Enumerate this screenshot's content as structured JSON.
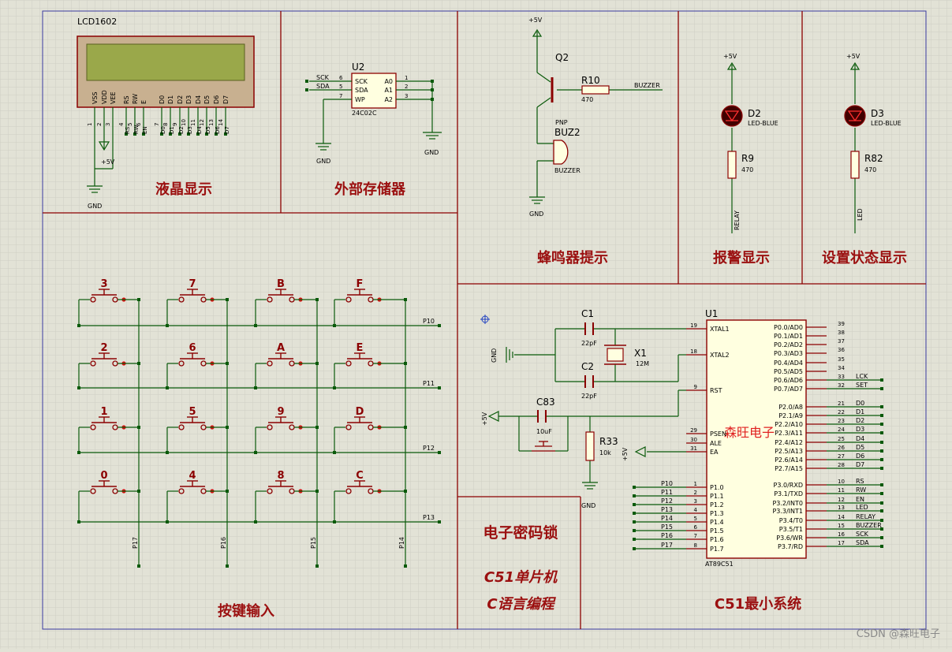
{
  "sections": {
    "lcd": "液晶显示",
    "eeprom": "外部存储器",
    "buzzer": "蜂鸣器提示",
    "alarm": "报警显示",
    "status": "设置状态显示",
    "keys": "按键输入",
    "title": "电子密码锁",
    "mcu_line": "C51单片机",
    "lang_line": "C语言编程",
    "mcu_sys": "C51最小系统"
  },
  "lcd": {
    "name": "LCD1602",
    "pins": [
      "VSS",
      "VDD",
      "VEE",
      "RS",
      "RW",
      "E",
      "D0",
      "D1",
      "D2",
      "D3",
      "D4",
      "D5",
      "D6",
      "D7"
    ],
    "pin_numbers": [
      "1",
      "2",
      "3",
      "4",
      "5",
      "6",
      "7",
      "8",
      "9",
      "10",
      "11",
      "12",
      "13",
      "14"
    ],
    "net_labels": [
      "RS",
      "RW",
      "EN",
      "D0",
      "D1",
      "D2",
      "D3",
      "D4",
      "D5",
      "D6",
      "D7"
    ],
    "supply": "+5V",
    "gnd": "GND"
  },
  "eeprom": {
    "ref": "U2",
    "part": "24C02C",
    "left_pins": [
      {
        "net": "SCK",
        "num": "6",
        "name": "SCK"
      },
      {
        "net": "SDA",
        "num": "5",
        "name": "SDA"
      },
      {
        "net": "",
        "num": "7",
        "name": "WP"
      }
    ],
    "right_pins": [
      {
        "num": "1",
        "name": "A0"
      },
      {
        "num": "2",
        "name": "A1"
      },
      {
        "num": "3",
        "name": "A2"
      }
    ],
    "gnd": "GND"
  },
  "buzzer": {
    "supply": "+5V",
    "q_ref": "Q2",
    "q_type": "PNP",
    "r_ref": "R10",
    "r_val": "470",
    "net": "BUZZER",
    "buz_ref": "BUZ2",
    "buz_label": "BUZZER",
    "gnd": "GND"
  },
  "alarm": {
    "supply": "+5V",
    "led_ref": "D2",
    "led_type": "LED-BLUE",
    "r_ref": "R9",
    "r_val": "470",
    "net": "RELAY"
  },
  "status": {
    "supply": "+5V",
    "led_ref": "D3",
    "led_type": "LED-BLUE",
    "r_ref": "R82",
    "r_val": "470",
    "net": "LED"
  },
  "keypad": {
    "keys": [
      [
        "3",
        "7",
        "B",
        "F"
      ],
      [
        "2",
        "6",
        "A",
        "E"
      ],
      [
        "1",
        "5",
        "9",
        "D"
      ],
      [
        "0",
        "4",
        "8",
        "C"
      ]
    ],
    "row_nets": [
      "P10",
      "P11",
      "P12",
      "P13"
    ],
    "col_nets": [
      "P17",
      "P16",
      "P15",
      "P14"
    ]
  },
  "mcu": {
    "ref": "U1",
    "part": "AT89C51",
    "watermark": "森旺电子",
    "c1": {
      "ref": "C1",
      "val": "22pF"
    },
    "c2": {
      "ref": "C2",
      "val": "22pF"
    },
    "xtal": {
      "ref": "X1",
      "val": "12M"
    },
    "c83": {
      "ref": "C83",
      "val": "10uF"
    },
    "r33": {
      "ref": "R33",
      "val": "10k"
    },
    "supply": "+5V",
    "gnd": "GND",
    "left_pins": [
      {
        "num": "19",
        "name": "XTAL1"
      },
      {
        "num": "18",
        "name": "XTAL2"
      },
      {
        "num": "9",
        "name": "RST"
      },
      {
        "num": "29",
        "name": "PSEN"
      },
      {
        "num": "30",
        "name": "ALE"
      },
      {
        "num": "31",
        "name": "EA"
      },
      {
        "num": "1",
        "name": "P1.0",
        "net": "P10"
      },
      {
        "num": "2",
        "name": "P1.1",
        "net": "P11"
      },
      {
        "num": "3",
        "name": "P1.2",
        "net": "P12"
      },
      {
        "num": "4",
        "name": "P1.3",
        "net": "P13"
      },
      {
        "num": "5",
        "name": "P1.4",
        "net": "P14"
      },
      {
        "num": "6",
        "name": "P1.5",
        "net": "P15"
      },
      {
        "num": "7",
        "name": "P1.6",
        "net": "P16"
      },
      {
        "num": "8",
        "name": "P1.7",
        "net": "P17"
      }
    ],
    "right_pins": [
      {
        "num": "39",
        "name": "P0.0/AD0",
        "net": ""
      },
      {
        "num": "38",
        "name": "P0.1/AD1",
        "net": ""
      },
      {
        "num": "37",
        "name": "P0.2/AD2",
        "net": ""
      },
      {
        "num": "36",
        "name": "P0.3/AD3",
        "net": ""
      },
      {
        "num": "35",
        "name": "P0.4/AD4",
        "net": ""
      },
      {
        "num": "34",
        "name": "P0.5/AD5",
        "net": ""
      },
      {
        "num": "33",
        "name": "P0.6/AD6",
        "net": "LCK"
      },
      {
        "num": "32",
        "name": "P0.7/AD7",
        "net": "SET"
      },
      {
        "num": "21",
        "name": "P2.0/A8",
        "net": "D0"
      },
      {
        "num": "22",
        "name": "P2.1/A9",
        "net": "D1"
      },
      {
        "num": "23",
        "name": "P2.2/A10",
        "net": "D2"
      },
      {
        "num": "24",
        "name": "P2.3/A11",
        "net": "D3"
      },
      {
        "num": "25",
        "name": "P2.4/A12",
        "net": "D4"
      },
      {
        "num": "26",
        "name": "P2.5/A13",
        "net": "D5"
      },
      {
        "num": "27",
        "name": "P2.6/A14",
        "net": "D6"
      },
      {
        "num": "28",
        "name": "P2.7/A15",
        "net": "D7"
      },
      {
        "num": "10",
        "name": "P3.0/RXD",
        "net": "RS"
      },
      {
        "num": "11",
        "name": "P3.1/TXD",
        "net": "RW"
      },
      {
        "num": "12",
        "name": "P3.2/INT0",
        "net": "EN"
      },
      {
        "num": "13",
        "name": "P3.3/INT1",
        "net": "LED"
      },
      {
        "num": "14",
        "name": "P3.4/T0",
        "net": "RELAY"
      },
      {
        "num": "15",
        "name": "P3.5/T1",
        "net": "BUZZER"
      },
      {
        "num": "16",
        "name": "P3.6/WR",
        "net": "SCK"
      },
      {
        "num": "17",
        "name": "P3.7/RD",
        "net": "SDA"
      }
    ]
  },
  "credit": "CSDN @森旺电子",
  "colors": {
    "background": "#e2e2d6",
    "grid": "#cfcfc4",
    "border": "#3a3aa0",
    "wire": "#0a5a0a",
    "component": "#8b0000",
    "component_fill": "#ffffe0",
    "lcd_screen": "#9aa84a",
    "label_red": "#9b1010",
    "watermark": "#e02020"
  }
}
